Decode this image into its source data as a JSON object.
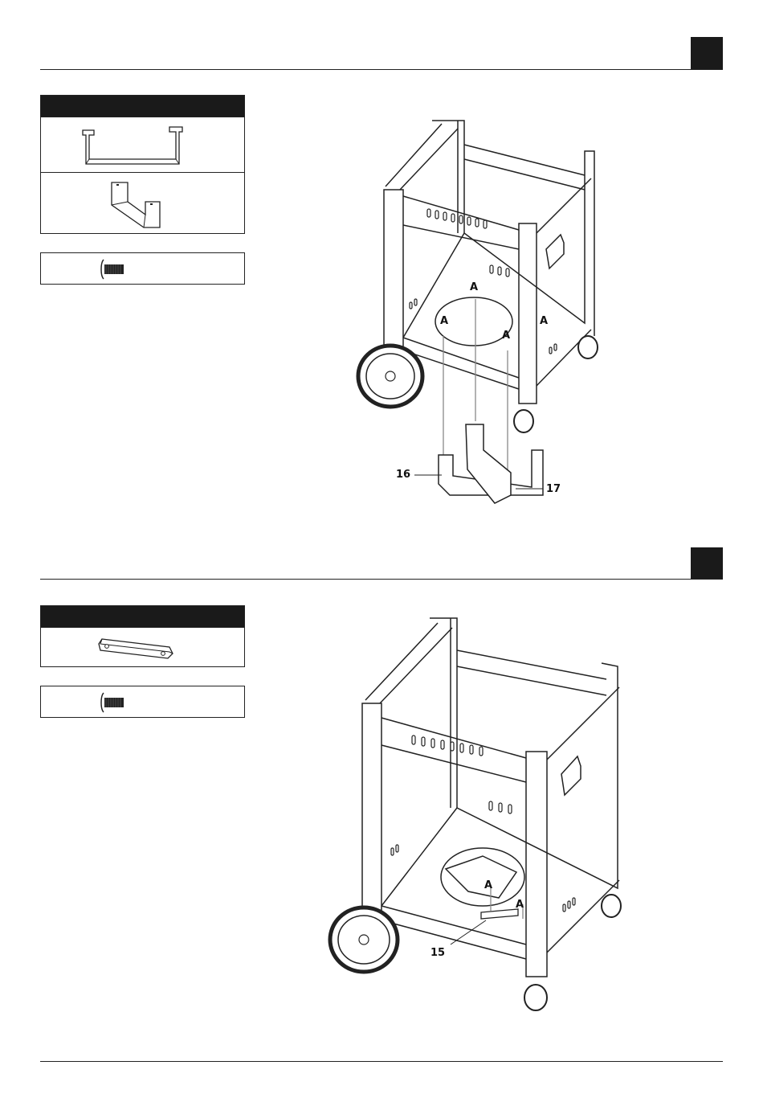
{
  "step1": {
    "letters": [
      "A",
      "A",
      "A",
      "A"
    ],
    "callouts": [
      "16",
      "17"
    ]
  },
  "step2": {
    "letters": [
      "A",
      "A"
    ],
    "callouts": [
      "15"
    ]
  },
  "icons": {
    "screw": "screw-icon",
    "bracket_u": "u-bracket-icon",
    "bracket_z": "z-bracket-icon",
    "bar": "bar-bracket-icon"
  }
}
